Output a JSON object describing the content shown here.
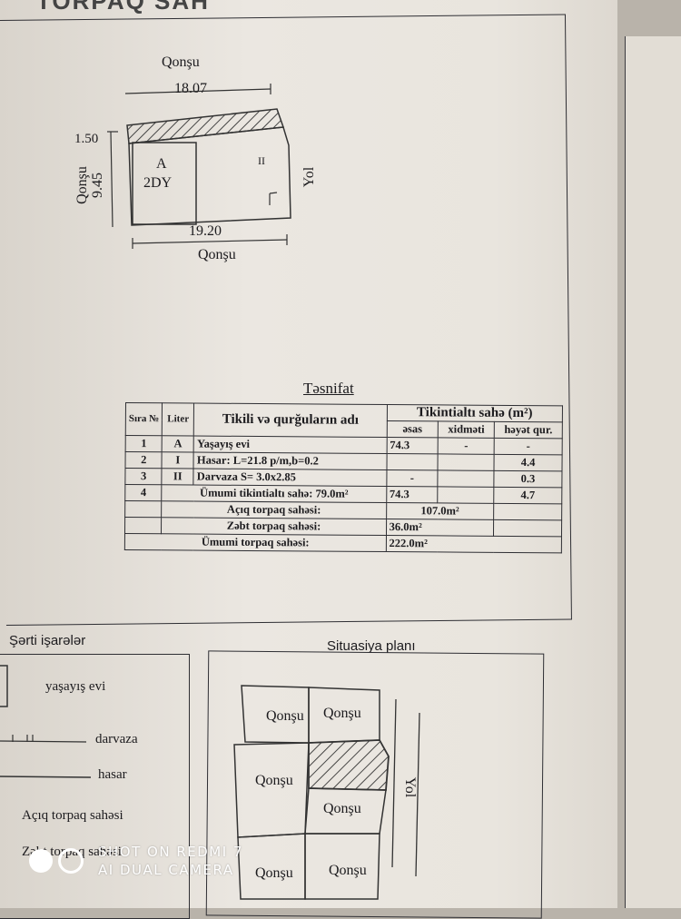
{
  "plot": {
    "top_neighbor": "Qonşu",
    "top_length": "18.07",
    "side_offset": "1.50",
    "left_neighbor": "Qonşu",
    "left_length": "9.45",
    "building_liter": "A",
    "building_type": "2DY",
    "gate_mark": "II",
    "road": "Yol",
    "bottom_length": "19.20",
    "bottom_neighbor": "Qonşu"
  },
  "classification": {
    "title": "Təsnifat",
    "headers": {
      "row_no": "Sıra №",
      "liter": "Liter",
      "name": "Tikili və qurğuların adı",
      "area_group": "Tikintialtı sahə (m²)",
      "main": "əsas",
      "service": "xidməti",
      "yard": "həyət qur."
    },
    "rows": [
      {
        "no": "1",
        "liter": "A",
        "name": "Yaşayış evi",
        "main": "74.3",
        "service": "-",
        "yard": "-"
      },
      {
        "no": "2",
        "liter": "I",
        "name": "Hasar: L=21.8 p/m,b=0.2",
        "main": "",
        "service": "",
        "yard": "4.4"
      },
      {
        "no": "3",
        "liter": "II",
        "name": "Darvaza     S= 3.0x2.85",
        "main": "-",
        "service": "",
        "yard": "0.3"
      },
      {
        "no": "4",
        "liter": "",
        "name": "Ümumi tikintialtı sahə:  79.0m²",
        "main": "74.3",
        "service": "",
        "yard": "4.7"
      }
    ],
    "summary": [
      {
        "label": "Açıq torpaq sahəsi:",
        "value": "107.0m²"
      },
      {
        "label": "Zəbt torpaq  sahəsi:",
        "value": "36.0m²"
      },
      {
        "label": "Ümumi torpaq  sahəsi:",
        "value": "222.0m²"
      }
    ]
  },
  "legend": {
    "title": "Şərti işarələr",
    "items": {
      "house": "yaşayış evi",
      "gate": "darvaza",
      "fence": "hasar",
      "open_land": "Açıq torpaq sahəsi",
      "seized_land": "Zəbt torpaq sahəsi"
    }
  },
  "situation": {
    "title": "Situasiya planı",
    "neighbors": [
      "Qonşu",
      "Qonşu",
      "Qonşu",
      "Qonşu",
      "Qonşu",
      "Qonşu"
    ],
    "road": "Yol"
  },
  "watermark": {
    "line1": "SHOT ON REDMI 7",
    "line2": "AI DUAL CAMERA"
  }
}
